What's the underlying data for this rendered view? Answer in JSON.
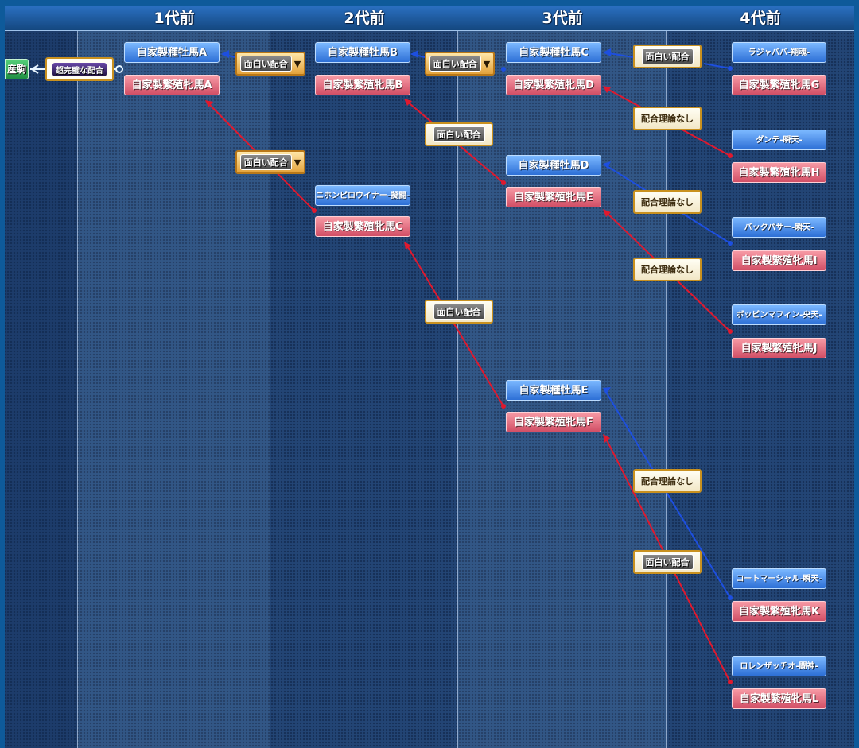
{
  "header": {
    "generations": [
      "1代前",
      "2代前",
      "3代前",
      "4代前"
    ]
  },
  "target": {
    "label": "産駒"
  },
  "result": {
    "label": "超完璧な配合"
  },
  "gen1": {
    "sire": "自家製種牡馬A",
    "dam": "自家製繁殖牝馬A"
  },
  "gen2": {
    "sire_b": "自家製種牡馬B",
    "dam_b": "自家製繁殖牝馬B",
    "sire_c": "ニホンピロウイナー-擬闘-",
    "dam_c": "自家製繁殖牝馬C"
  },
  "gen3": {
    "sire_c": "自家製種牡馬C",
    "dam_d": "自家製繁殖牝馬D",
    "sire_d": "自家製種牡馬D",
    "dam_e": "自家製繁殖牝馬E",
    "sire_e": "自家製種牡馬E",
    "dam_f": "自家製繁殖牝馬F"
  },
  "gen4": {
    "sire_1": "ラジャババ-翔魂-",
    "dam_g": "自家製繁殖牝馬G",
    "sire_2": "ダンテ-瞬天-",
    "dam_h": "自家製繁殖牝馬H",
    "sire_3": "バックパサー-瞬天-",
    "dam_i": "自家製繁殖牝馬I",
    "sire_4": "ボッビンマフィン-央天-",
    "dam_j": "自家製繁殖牝馬J",
    "sire_5": "コートマーシャル-瞬天-",
    "dam_k": "自家製繁殖牝馬K",
    "sire_6": "ロレンザッチオ-闘神-",
    "dam_l": "自家製繁殖牝馬L"
  },
  "badges": {
    "interesting": "面白い配合",
    "no_theory": "配合理論なし"
  },
  "colors": {
    "sire_line": "#1d4fe0",
    "dam_line": "#e0192e",
    "target_line": "#e8f6ff"
  }
}
